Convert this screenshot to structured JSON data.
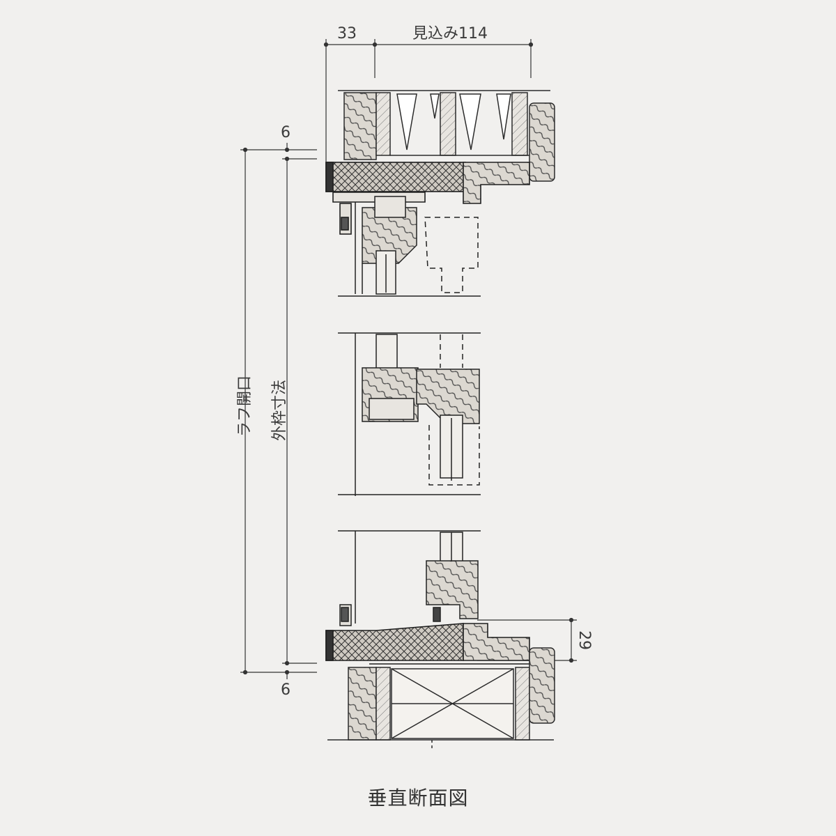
{
  "dimensions": {
    "top_left": "33",
    "top_right": "見込み114",
    "top_gap": "6",
    "bottom_gap": "6",
    "rough_opening": "ラフ開口",
    "outer_frame": "外枠寸法",
    "sill_height": "29"
  },
  "caption": "垂直断面図",
  "colors": {
    "background": "#f1f0ee",
    "line": "#2b2b2b",
    "wood": "#d9d6d0",
    "frame_dark": "#3a3a3a"
  }
}
